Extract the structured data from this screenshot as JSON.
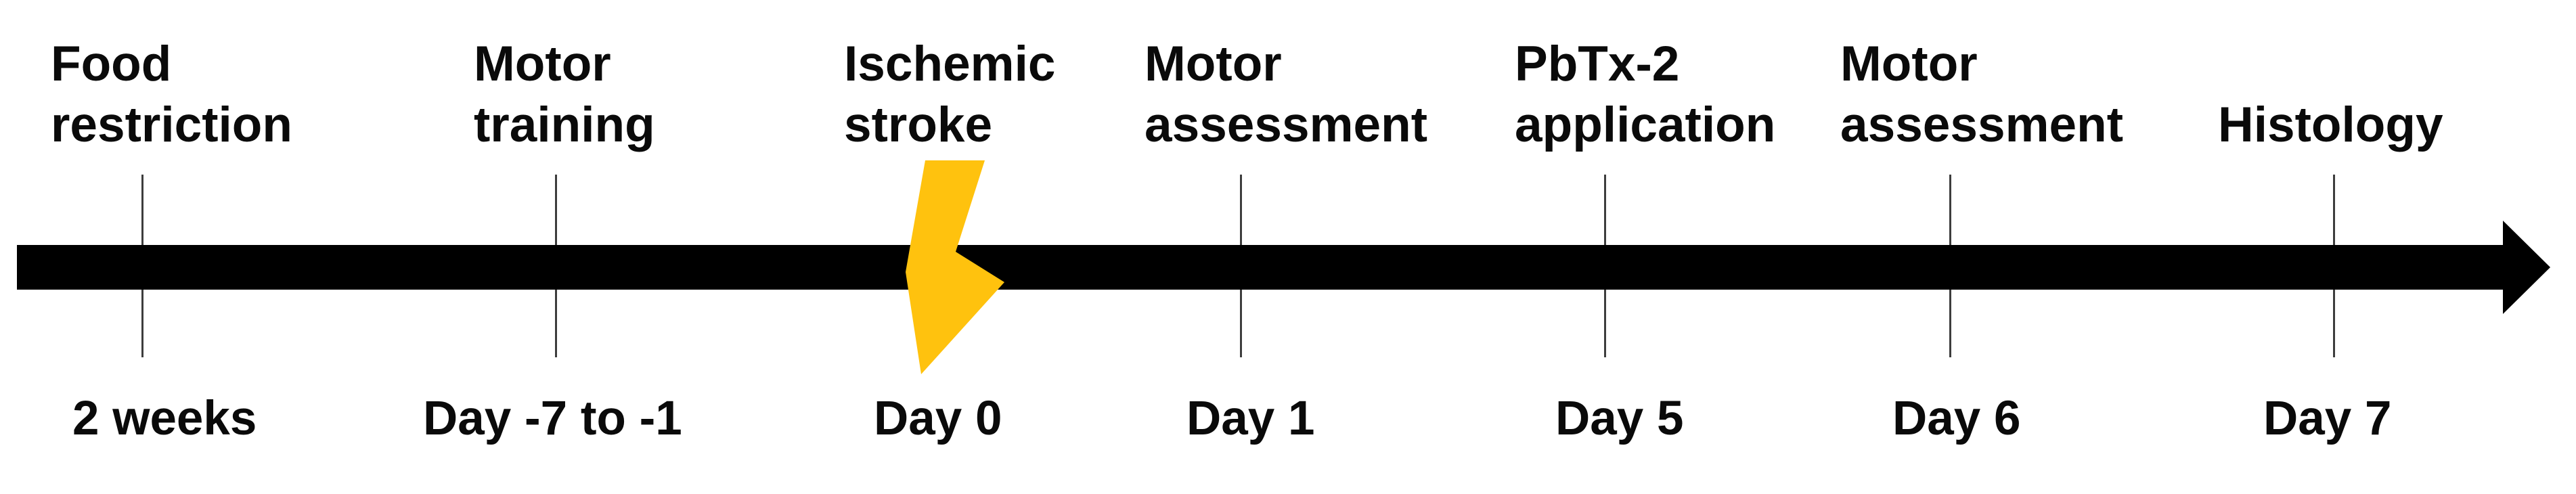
{
  "figure": {
    "type": "experimental-protocol-timeline",
    "direction": "left-to-right",
    "events": [
      {
        "label": "Food\nrestriction",
        "day": "2 weeks",
        "marker": "tick"
      },
      {
        "label": "Motor\ntraining",
        "day": "Day -7 to -1",
        "marker": "tick"
      },
      {
        "label": "Ischemic\nstroke",
        "day": "Day 0",
        "marker": "lightning-bolt"
      },
      {
        "label": "Motor\nassessment",
        "day": "Day 1",
        "marker": "tick"
      },
      {
        "label": "PbTx-2\napplication",
        "day": "Day 5",
        "marker": "tick"
      },
      {
        "label": "Motor\nassessment",
        "day": "Day 6",
        "marker": "tick"
      },
      {
        "label": "Histology",
        "day": "Day 7",
        "marker": "tick"
      }
    ],
    "colors": {
      "background": "#FFFFFF",
      "timeline_bar": "#000000",
      "tick": "#3D3D3D",
      "text": "#0A0A0A",
      "lightning_bolt": "#FFC20E"
    }
  }
}
